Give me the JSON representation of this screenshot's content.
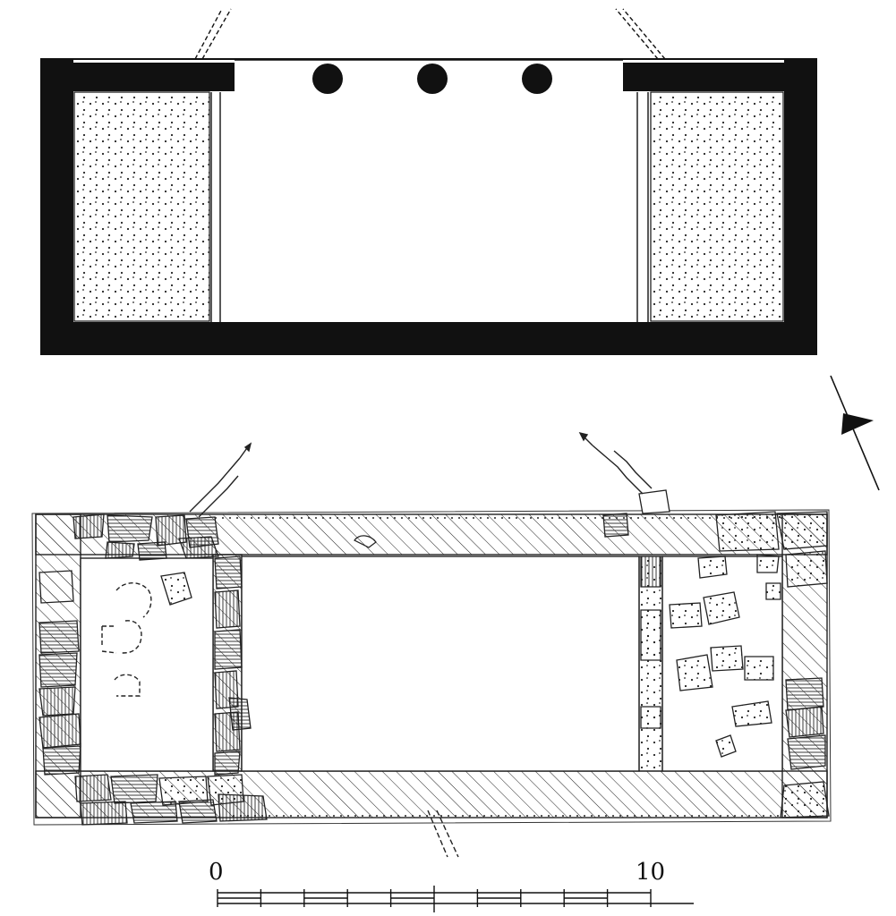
{
  "scale_bar": {
    "start_label": "0",
    "end_label": "10",
    "start_value": 0,
    "end_value": 10,
    "segments": 10
  },
  "reconstruction_plan": {
    "columns": 3
  },
  "colors": {
    "ink": "#111111",
    "paper": "#ffffff"
  },
  "icons": {
    "north_arrow": "north-arrow-icon"
  }
}
